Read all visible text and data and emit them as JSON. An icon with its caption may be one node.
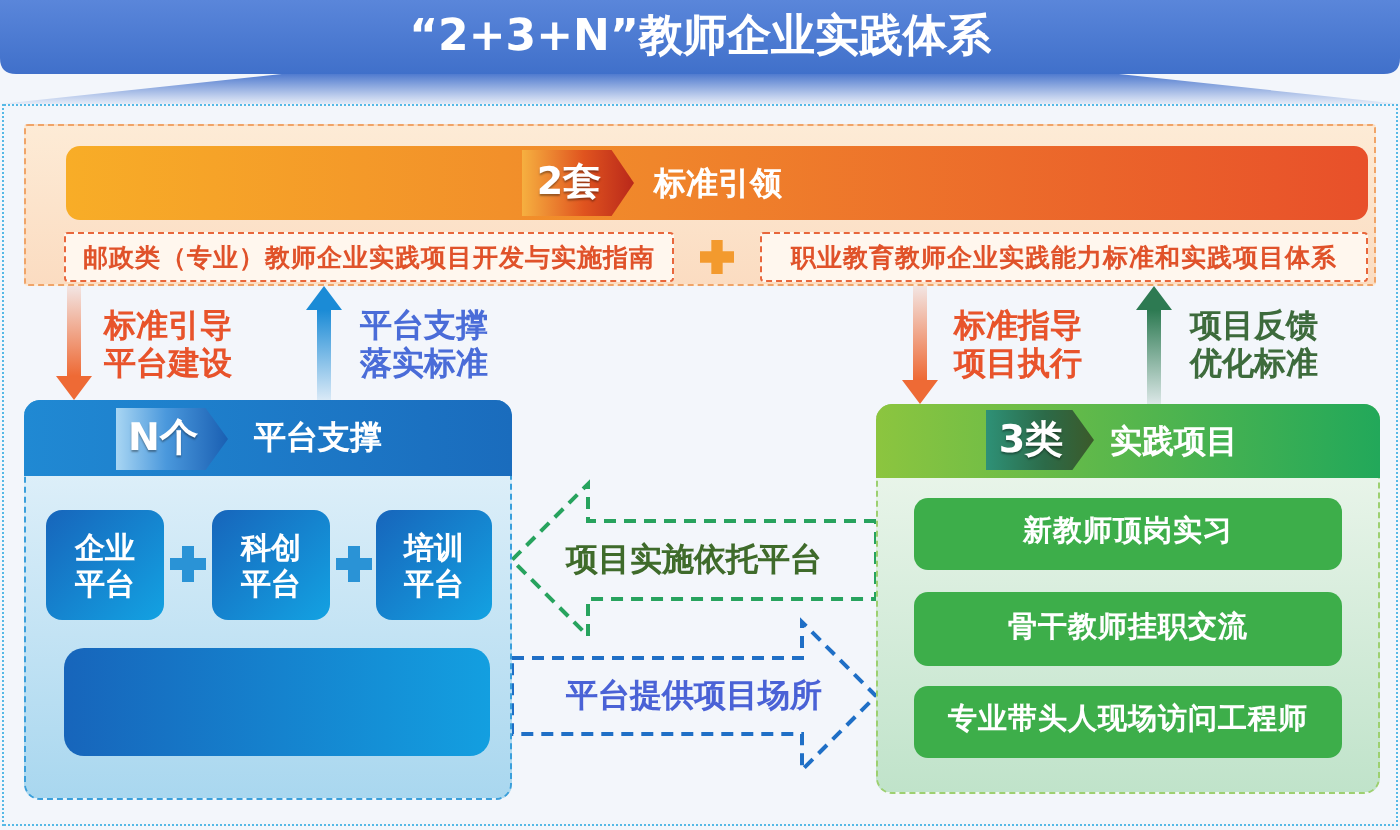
{
  "diagram": {
    "title": "“2+3+N”教师企业实践体系",
    "nodes": [
      {
        "text": [
          "2套",
          "标准引领"
        ]
      },
      {
        "text": [
          "邮政类（专业）教师企业实践项目开发与实施指南"
        ],
        "in": 0
      },
      {
        "text": [
          "职业教育教师企业实践能力标准和实践项目体系"
        ],
        "in": 0
      },
      {
        "text": [
          "N个",
          "平台支撑"
        ]
      },
      {
        "text": [
          "企业平台"
        ],
        "in": 3
      },
      {
        "text": [
          "科创平台"
        ],
        "in": 3
      },
      {
        "text": [
          "培训平台"
        ],
        "in": 3
      },
      {
        "text": [],
        "shape": "box",
        "in": 3
      },
      {
        "text": [
          "3类",
          "实践项目"
        ]
      },
      {
        "text": [
          "新教师顶岗实习"
        ],
        "in": 8
      },
      {
        "text": [
          "骨干教师挂职交流"
        ],
        "in": 8
      },
      {
        "text": [
          "专业带头人现场访问工程师"
        ],
        "in": 8
      }
    ],
    "edges": [
      {
        "from": 0,
        "to": 3,
        "arrow": "to",
        "label": "标准引导平台建设",
        "color": "#ee6a35"
      },
      {
        "from": 3,
        "to": 0,
        "arrow": "to",
        "label": "平台支撑落实标准",
        "color": "#1b8bd6"
      },
      {
        "from": 0,
        "to": 8,
        "arrow": "to",
        "label": "标准指导项目执行",
        "color": "#ee6a35"
      },
      {
        "from": 8,
        "to": 0,
        "arrow": "to",
        "label": "项目反馈优化标准",
        "color": "#2d7a52"
      },
      {
        "from": 8,
        "to": 3,
        "arrow": "to",
        "label": "项目实施依托平台",
        "style": "dashed",
        "color": "#27a35e"
      },
      {
        "from": 3,
        "to": 8,
        "arrow": "to",
        "label": "平台提供项目场所",
        "style": "dashed",
        "color": "#1f6fc6"
      }
    ]
  }
}
